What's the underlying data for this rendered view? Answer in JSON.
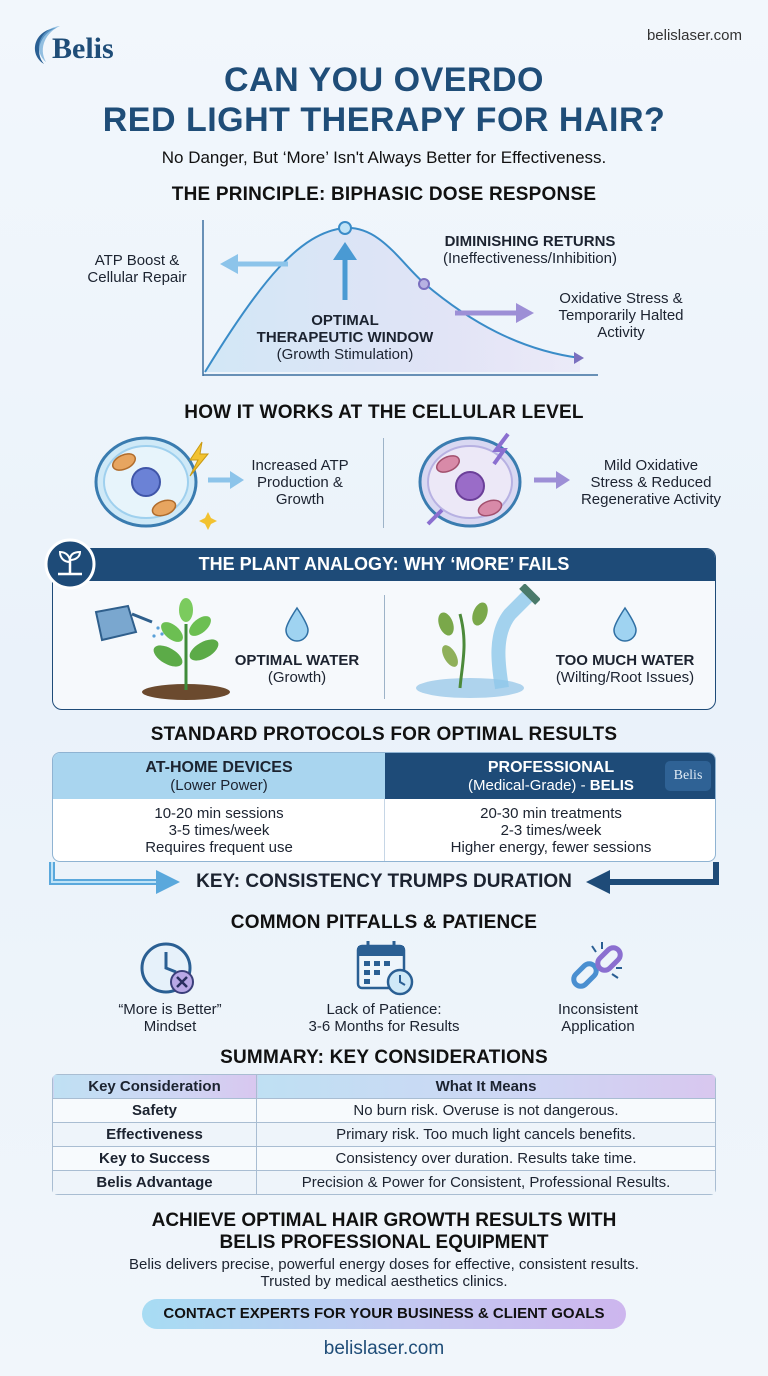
{
  "brand": {
    "logo_text": "Belis",
    "url_top": "belislaser.com",
    "url_bottom": "belislaser.com"
  },
  "title": {
    "line1": "CAN YOU OVERDO",
    "line2": "RED LIGHT THERAPY FOR HAIR?",
    "subtitle": "No Danger, But ‘More’ Isn't Always Better for Effectiveness."
  },
  "principle": {
    "heading": "THE PRINCIPLE: BIPHASIC DOSE RESPONSE",
    "atp_line1": "ATP Boost &",
    "atp_line2": "Cellular Repair",
    "dim_title": "DIMINISHING RETURNS",
    "dim_sub": "(Ineffectiveness/Inhibition)",
    "opt_line1": "OPTIMAL",
    "opt_line2": "THERAPEUTIC WINDOW",
    "opt_sub": "(Growth Stimulation)",
    "ox_line1": "Oxidative Stress &",
    "ox_line2": "Temporarily Halted",
    "ox_line3": "Activity"
  },
  "cellular": {
    "heading": "HOW IT WORKS AT THE CELLULAR LEVEL",
    "left_line1": "Increased ATP",
    "left_line2": "Production &",
    "left_line3": "Growth",
    "right_line1": "Mild Oxidative",
    "right_line2": "Stress & Reduced",
    "right_line3": "Regenerative Activity"
  },
  "plant": {
    "heading": "THE PLANT ANALOGY: WHY ‘MORE’ FAILS",
    "left_title": "OPTIMAL WATER",
    "left_sub": "(Growth)",
    "right_title": "TOO MUCH WATER",
    "right_sub": "(Wilting/Root Issues)"
  },
  "protocols": {
    "heading": "STANDARD PROTOCOLS FOR OPTIMAL RESULTS",
    "home_title": "AT-HOME DEVICES",
    "home_sub": "(Lower Power)",
    "home_l1": "10-20 min sessions",
    "home_l2": "3-5 times/week",
    "home_l3": "Requires frequent use",
    "pro_title": "PROFESSIONAL",
    "pro_sub_a": "(Medical-Grade) - ",
    "pro_sub_b": "BELIS",
    "pro_badge": "Belis",
    "pro_l1": "20-30 min treatments",
    "pro_l2": "2-3 times/week",
    "pro_l3": "Higher energy, fewer sessions",
    "key": "KEY: CONSISTENCY TRUMPS DURATION"
  },
  "pitfalls": {
    "heading": "COMMON PITFALLS & PATIENCE",
    "items": [
      {
        "l1": "“More is Better”",
        "l2": "Mindset"
      },
      {
        "l1": "Lack of Patience:",
        "l2": "3-6 Months for Results"
      },
      {
        "l1": "Inconsistent",
        "l2": "Application"
      }
    ]
  },
  "summary": {
    "heading": "SUMMARY: KEY CONSIDERATIONS",
    "col1": "Key Consideration",
    "col2": "What It Means",
    "rows": [
      {
        "k": "Safety",
        "v": "No burn risk. Overuse is not dangerous."
      },
      {
        "k": "Effectiveness",
        "v": "Primary risk. Too much light cancels benefits."
      },
      {
        "k": "Key to Success",
        "v": "Consistency over duration. Results take time."
      },
      {
        "k": "Belis Advantage",
        "v": "Precision & Power for Consistent, Professional Results."
      }
    ]
  },
  "cta": {
    "line1": "ACHIEVE OPTIMAL HAIR GROWTH RESULTS WITH",
    "line2": "BELIS PROFESSIONAL EQUIPMENT",
    "desc1": "Belis delivers precise, powerful energy doses for effective, consistent results.",
    "desc2": "Trusted by medical aesthetics clinics.",
    "button": "CONTACT EXPERTS FOR YOUR BUSINESS & CLIENT GOALS"
  }
}
